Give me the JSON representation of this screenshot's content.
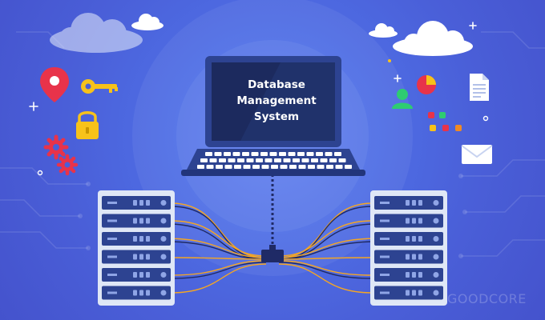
{
  "screen": {
    "title_lines": [
      "Database",
      "Management",
      "System"
    ]
  },
  "watermark": "GOODCORE",
  "colors": {
    "background": "#4a5fd8",
    "screen": "#1c2a5e",
    "laptop_body": "#2d4391",
    "keyboard_key": "#ffffff",
    "server_panel": "#dfe7f6",
    "server_unit": "#2d4391",
    "cable_orange": "#f5a623",
    "cable_navy": "#1f2a66",
    "cloud": "#e8eefc",
    "pin": "#e8334a",
    "key": "#f7c21a",
    "lock": "#f7c21a",
    "gear": "#e8334a",
    "pie": "#e8334a",
    "user": "#2ecc71",
    "envelope": "#ffffff"
  },
  "icons": [
    "cloud-icon",
    "location-pin-icon",
    "key-icon",
    "lock-icon",
    "gear-icon",
    "user-icon",
    "pie-chart-icon",
    "document-icon",
    "envelope-icon",
    "laptop-icon",
    "server-rack-icon"
  ]
}
